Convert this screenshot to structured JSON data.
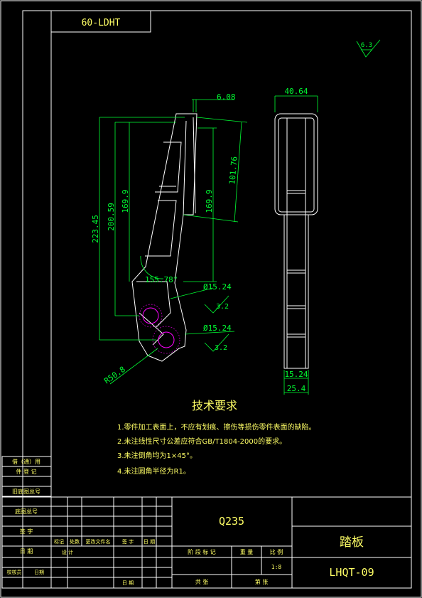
{
  "drawing_code_box": "60-LDHT",
  "roughness_mark": "3.2",
  "surface_mark_top": "6.3",
  "dimensions": {
    "d_top": "6.08",
    "d_width_top": "40.64",
    "d_223": "223.45",
    "d_200": "200.59",
    "d_169a": "169.9",
    "d_169b": "169.9",
    "d_101": "101.76",
    "d_angle": "155.78°",
    "d_hole1": "Ø15.24",
    "d_hole2": "Ø15.24",
    "d_r50": "R50.8",
    "d_15": "15.24",
    "d_25": "25.4",
    "r1": "3.2",
    "r2": "3.2"
  },
  "tech": {
    "title": "技术要求",
    "items": [
      "1.零件加工表面上，不应有划痕、擦伤等损伤零件表面的缺陷。",
      "2.未注线性尺寸公差应符合GB/T1804-2000的要求。",
      "3.未注倒角均为1×45°。",
      "4.未注圆角半径为R1。"
    ]
  },
  "side_table": {
    "rows": [
      "借（通）用",
      "件 登 记",
      "旧底图总号",
      "底图总号",
      "签 字",
      "日 期"
    ]
  },
  "title_block": {
    "material": "Q235",
    "part_name": "踏板",
    "drawing_no": "LHQT-09",
    "scale": "1:8",
    "h_stage": "阶 段 标 记",
    "h_weight": "重 量",
    "h_scale": "比 例",
    "h_sheets": "共   张",
    "h_sheet": "第   张",
    "c_mark": "标记",
    "c_count": "处数",
    "c_doc": "更改文件名",
    "c_sign": "签 字",
    "c_date": "日 期",
    "c_design": "设 计",
    "c_check": "校核员",
    "c_date2": "日期",
    "c_date3": "日 期"
  }
}
